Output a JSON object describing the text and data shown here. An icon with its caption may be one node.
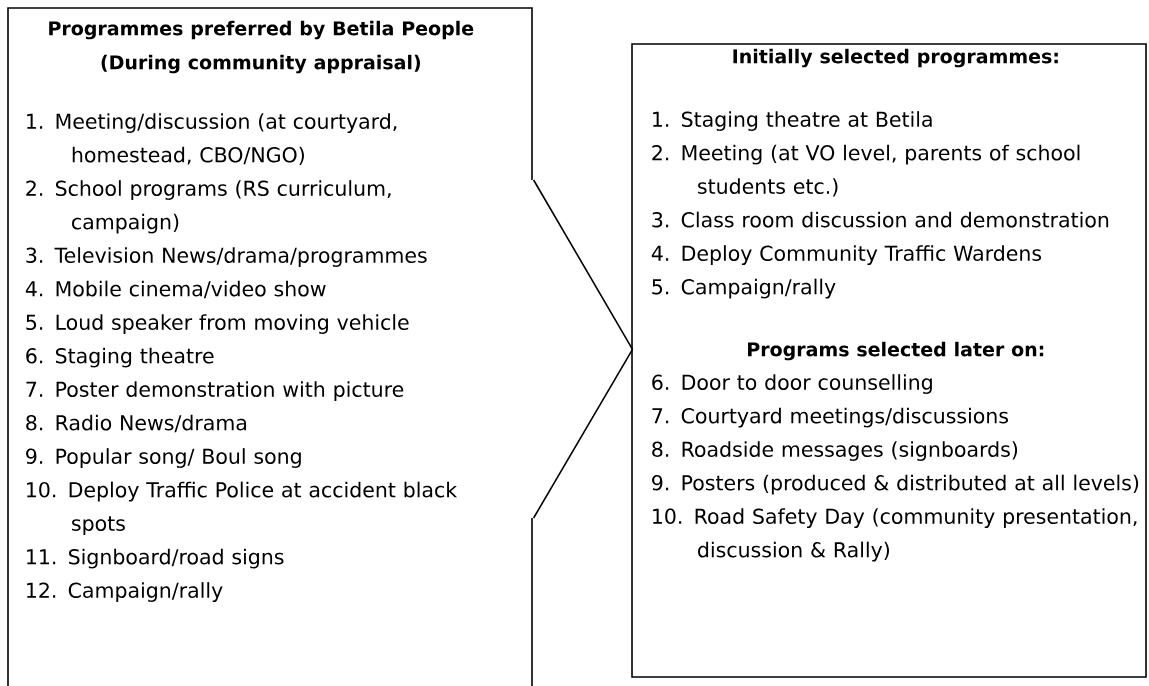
{
  "diagram": {
    "nodes": [
      {
        "text": [
          "Programmes preferred by Betila People (During community appraisal)",
          "1. Meeting/discussion (at courtyard, homestead, CBO/NGO)",
          "2. School programs (RS curriculum, campaign)",
          "3. Television News/drama/programmes",
          "4. Mobile cinema/video show",
          "5. Loud speaker from moving vehicle",
          "6. Staging theatre",
          "7. Poster demonstration with picture",
          "8. Radio News/drama",
          "9. Popular song/ Boul song",
          "10. Deploy Traffic Police at accident black spots",
          "11. Signboard/road signs",
          "12. Campaign/rally"
        ]
      },
      {
        "text": [
          "Initially selected programmes:",
          "1. Staging theatre at Betila",
          "2. Meeting (at VO level, parents of school students etc.)",
          "3. Class room discussion and demonstration",
          "4. Deploy Community Traffic Wardens",
          "5. Campaign/rally",
          "Programs selected later on:",
          "6. Door to door counselling",
          "7. Courtyard meetings/discussions",
          "8. Roadside messages (signboards)",
          "9. Posters (produced & distributed at all levels)",
          "10. Road Safety Day (community presentation, discussion & Rally)"
        ]
      }
    ],
    "edges": [
      {
        "from": 0,
        "to": 1,
        "arrow": "none"
      }
    ]
  }
}
